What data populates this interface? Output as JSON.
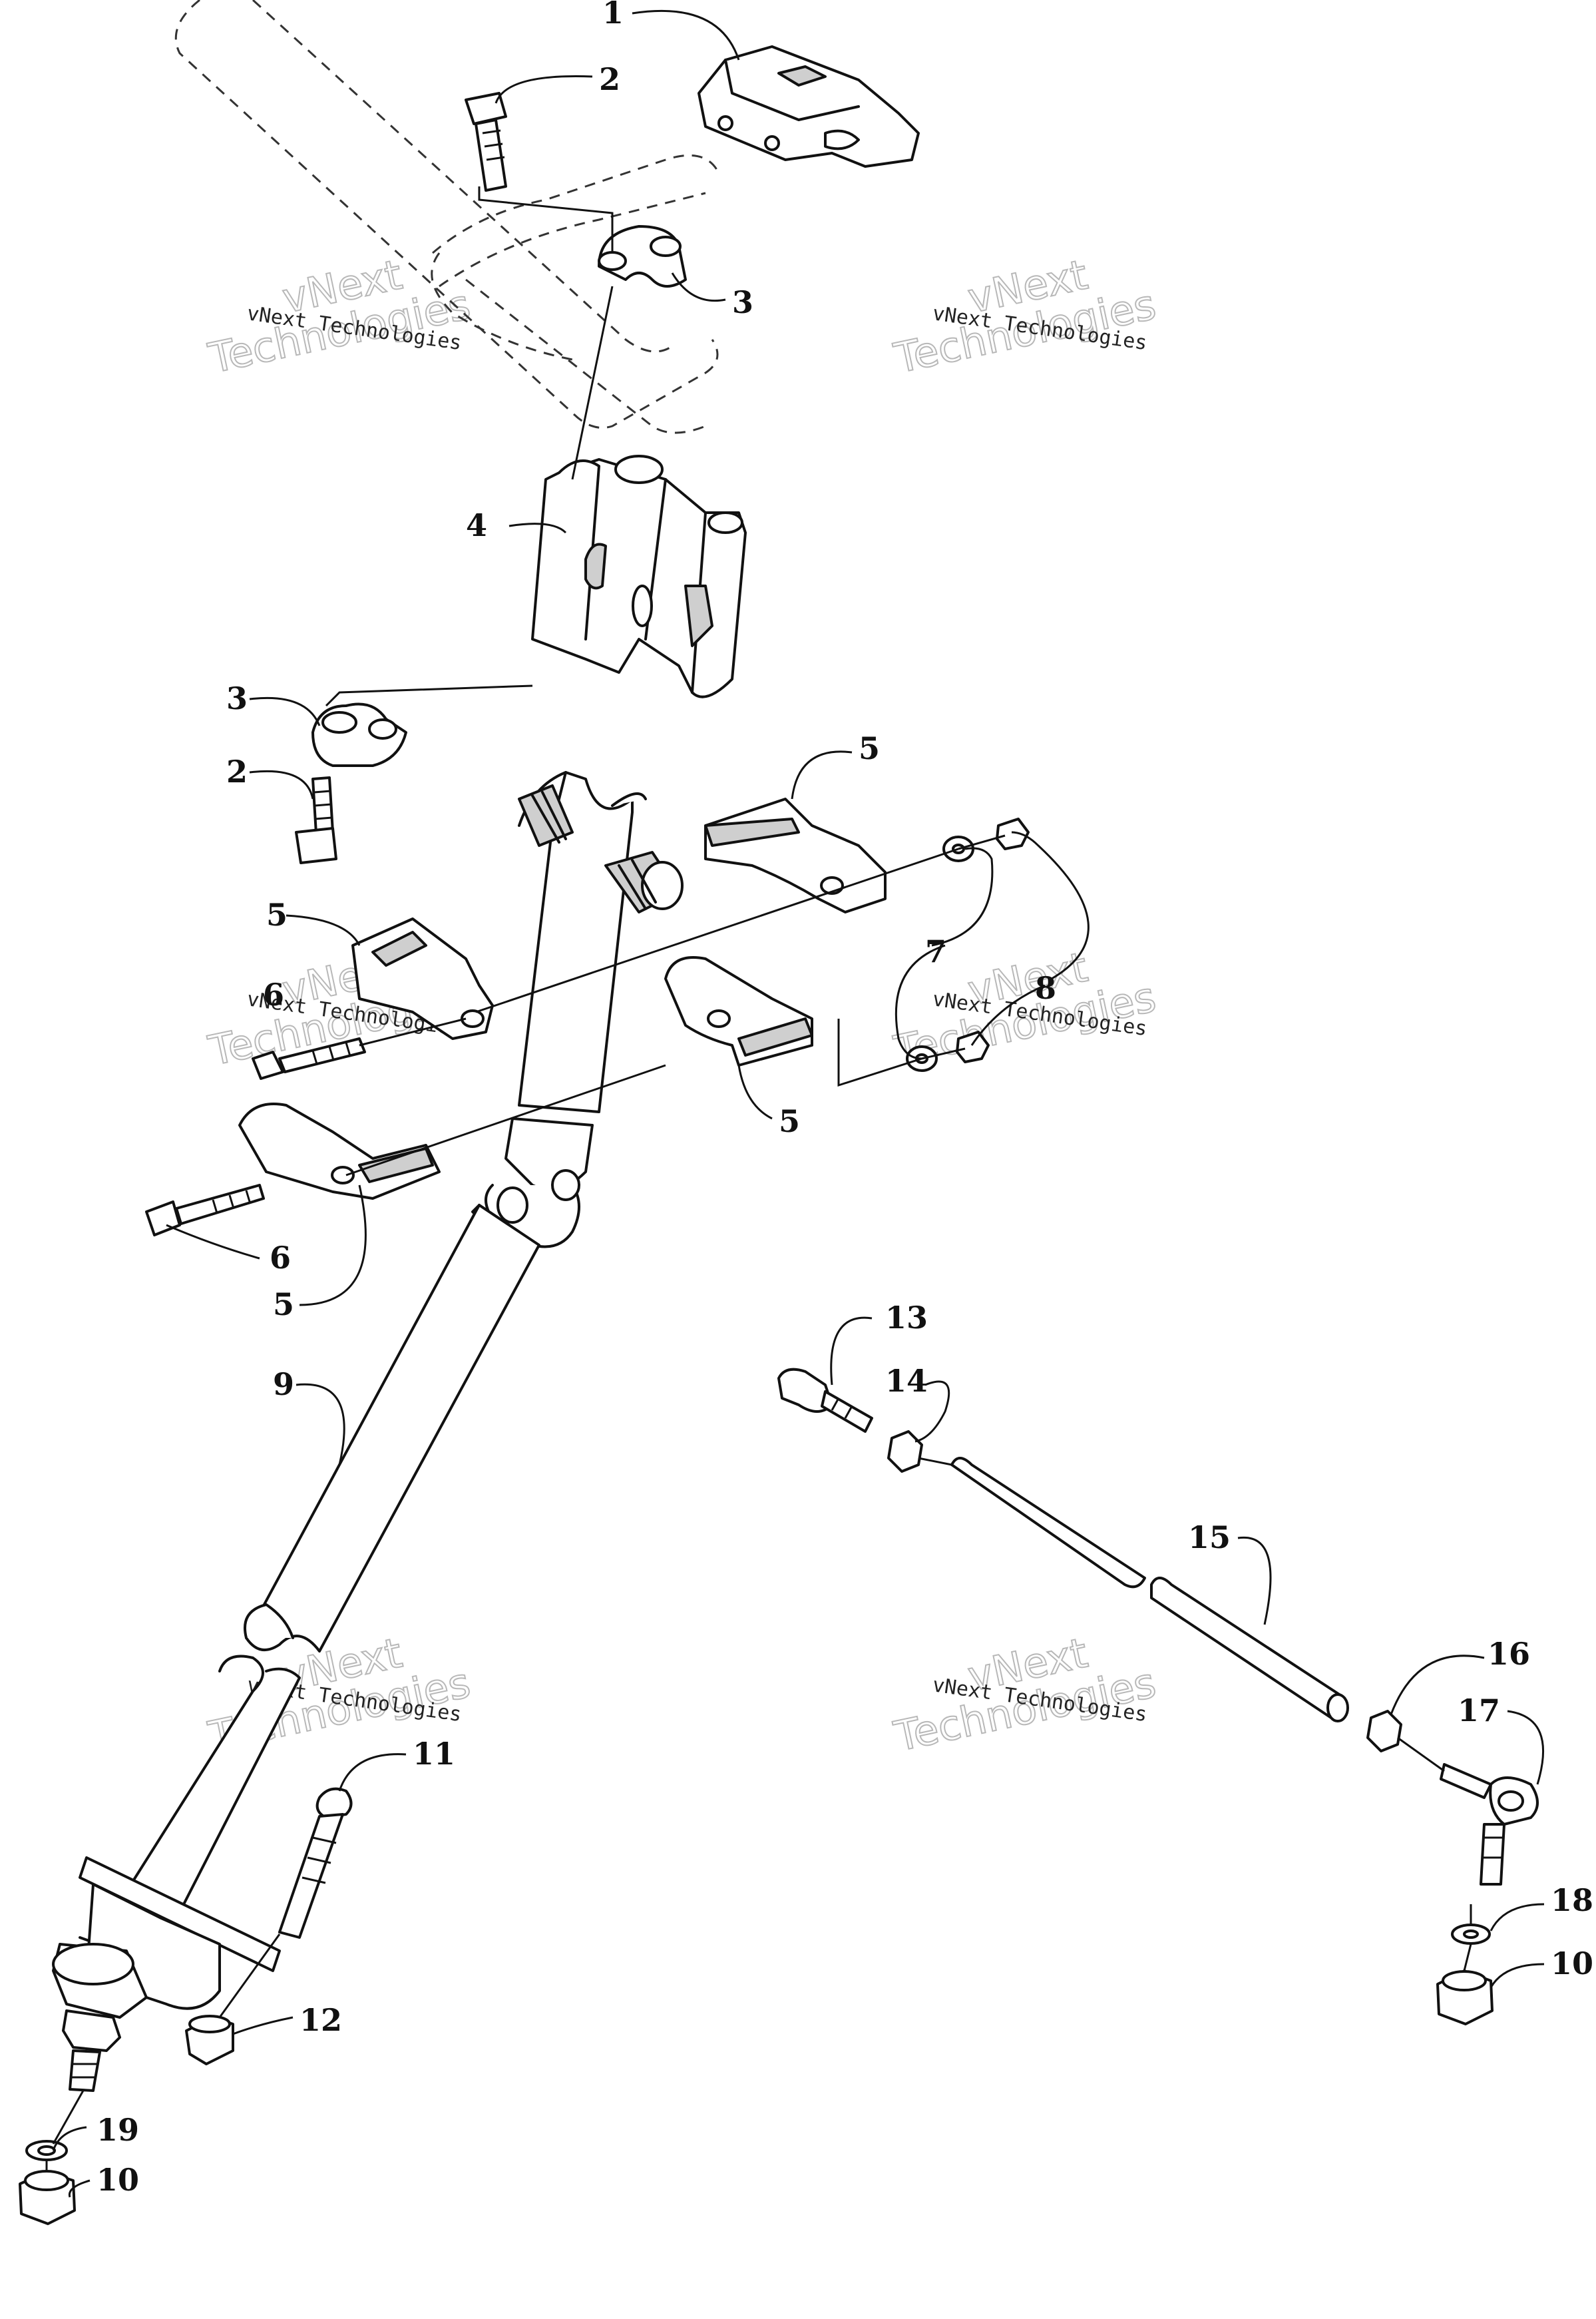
{
  "diagram": {
    "callouts": [
      {
        "id": "c1",
        "label": "1"
      },
      {
        "id": "c2a",
        "label": "2"
      },
      {
        "id": "c3a",
        "label": "3"
      },
      {
        "id": "c4",
        "label": "4"
      },
      {
        "id": "c3b",
        "label": "3"
      },
      {
        "id": "c2b",
        "label": "2"
      },
      {
        "id": "c5a",
        "label": "5"
      },
      {
        "id": "c5b",
        "label": "5"
      },
      {
        "id": "c7",
        "label": "7"
      },
      {
        "id": "c8",
        "label": "8"
      },
      {
        "id": "c5c",
        "label": "5"
      },
      {
        "id": "c6a",
        "label": "6"
      },
      {
        "id": "c6b",
        "label": "6"
      },
      {
        "id": "c5d",
        "label": "5"
      },
      {
        "id": "c9",
        "label": "9"
      },
      {
        "id": "c13",
        "label": "13"
      },
      {
        "id": "c14",
        "label": "14"
      },
      {
        "id": "c15",
        "label": "15"
      },
      {
        "id": "c16",
        "label": "16"
      },
      {
        "id": "c17",
        "label": "17"
      },
      {
        "id": "c18",
        "label": "18"
      },
      {
        "id": "c10a",
        "label": "10"
      },
      {
        "id": "c11",
        "label": "11"
      },
      {
        "id": "c12",
        "label": "12"
      },
      {
        "id": "c19",
        "label": "19"
      },
      {
        "id": "c10b",
        "label": "10"
      }
    ],
    "watermarks": [
      {
        "small": "vNext Technologies",
        "big": "vNext",
        "big2": "Technologies"
      },
      {
        "small": "vNext Technologies",
        "big": "vNext",
        "big2": "Technologies"
      },
      {
        "small": "vNext Technologies",
        "big": "vNext",
        "big2": "Technologies"
      },
      {
        "small": "vNext Technologies",
        "big": "vNext",
        "big2": "Technologies"
      },
      {
        "small": "vNext Technologies",
        "big": "vNext",
        "big2": "Technologies"
      },
      {
        "small": "vNext Technologies",
        "big": "vNext",
        "big2": "Technologies"
      }
    ]
  }
}
